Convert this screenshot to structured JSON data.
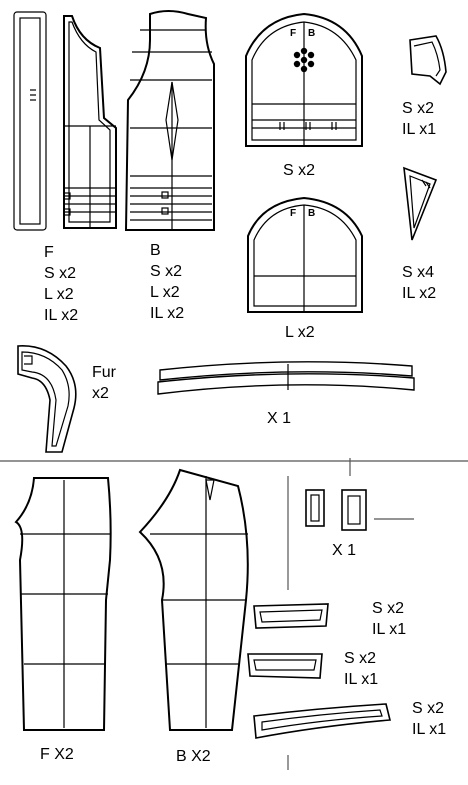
{
  "colors": {
    "line": "#000000",
    "paper": "#ffffff",
    "guide": "#555555"
  },
  "labels": {
    "bodice_front": [
      "F",
      "S x2",
      "L x2",
      "IL x2"
    ],
    "bodice_back": [
      "B",
      "S x2",
      "L x2",
      "IL x2"
    ],
    "sleeve_top_marks": [
      "F",
      "B"
    ],
    "sleeve_top_qty": "S x2",
    "sleeve_bottom_marks": [
      "F",
      "B"
    ],
    "sleeve_bottom_qty": "L x2",
    "cuff": [
      "S x2",
      "IL x1"
    ],
    "gusset": [
      "S x4",
      "IL x2"
    ],
    "fur_collar": [
      "Fur",
      "x2"
    ],
    "waistband": "X 1",
    "trouser_front": "F X2",
    "trouser_back": "B X2",
    "belt_loops": "X 1",
    "strip_1": [
      "S x2",
      "IL x1"
    ],
    "strip_2": [
      "S x2",
      "IL x1"
    ],
    "strip_3": [
      "S x2",
      "IL x1"
    ]
  }
}
